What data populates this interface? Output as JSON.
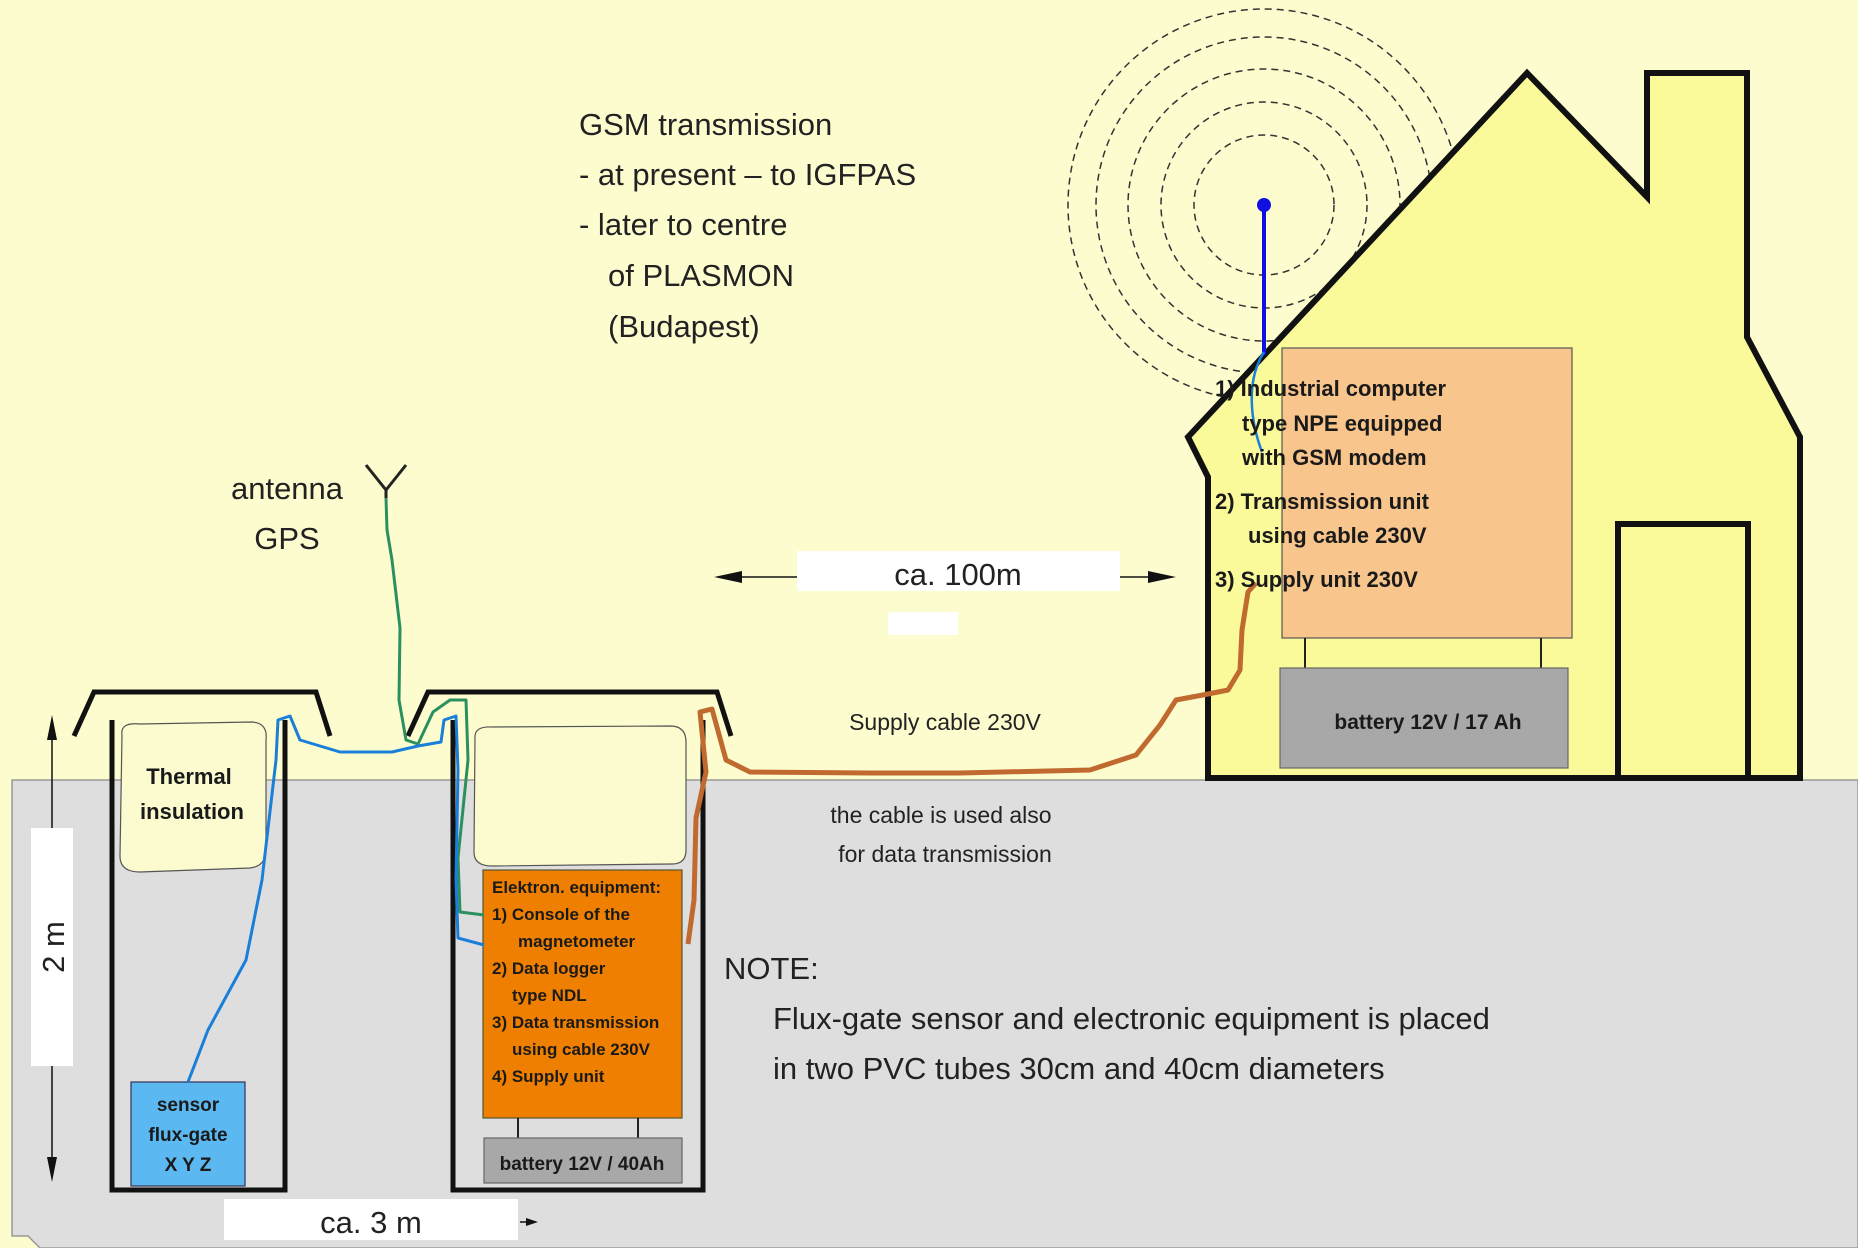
{
  "gsm": {
    "lines": [
      "GSM transmission",
      "- at present – to IGFPAS",
      "- later to centre",
      "of PLASMON",
      "(Budapest)"
    ]
  },
  "antenna": {
    "line1": "antenna",
    "line2": "GPS"
  },
  "distance_house": "ca. 100m",
  "distance_tubes": "ca. 3 m",
  "depth": "2 m",
  "thermal": {
    "line1": "Thermal",
    "line2": "insulation"
  },
  "sensor": {
    "line1": "sensor",
    "line2": "flux-gate",
    "line3": "X Y Z"
  },
  "electronics": {
    "lines": [
      "Elektron. equipment:",
      "1) Console of the",
      "magnetometer",
      "2) Data logger",
      "type NDL",
      "3) Data transmission",
      "using cable 230V",
      "4) Supply unit"
    ]
  },
  "battery_tube": "battery 12V / 40Ah",
  "supply_cable": "Supply cable 230V",
  "cable_note": {
    "line1": "the cable is used also",
    "line2": "for data transmission"
  },
  "note": {
    "title": "NOTE:",
    "line1": "Flux-gate sensor and electronic equipment is placed",
    "line2": "in two PVC tubes 30cm and 40cm diameters"
  },
  "house_unit": {
    "lines": [
      "1) Industrial computer",
      "type NPE equipped",
      "with GSM modem",
      "2) Transmission unit",
      "using cable 230V",
      "3) Supply unit 230V"
    ]
  },
  "battery_house": "battery 12V / 17 Ah",
  "colors": {
    "background": "#fdfccf",
    "ground": "#dedede",
    "house": "#fafa9a",
    "insulation": "#fbfbcf",
    "sensor_box": "#5bb8f0",
    "electronics_box": "#ef7f00",
    "house_unit_box": "#f8c58c",
    "battery_box": "#a8a8a8",
    "gps_cable": "#2a9060",
    "sensor_cable": "#1a7fd8",
    "supply_cable": "#c06a30",
    "mast": "#1010e0"
  }
}
